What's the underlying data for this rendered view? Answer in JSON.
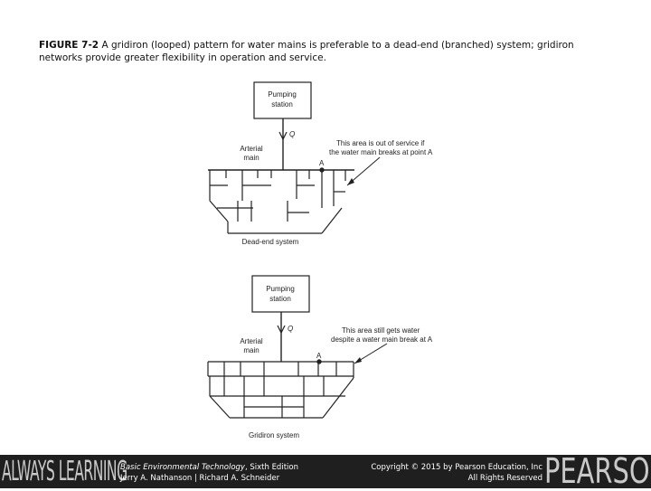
{
  "caption": {
    "label": "FIGURE 7-2",
    "text": "A gridiron (looped) pattern for water mains is preferable to a dead-end (branched) system; gridiron networks provide greater flexibility in operation and service."
  },
  "diagram_top": {
    "pump_line1": "Pumping",
    "pump_line2": "station",
    "flow_label": "Q",
    "main_line1": "Arterial",
    "main_line2": "main",
    "point_label": "A",
    "note_line1": "This area is out of service if",
    "note_line2": "the water main breaks at point A",
    "system_label": "Dead-end system"
  },
  "diagram_bottom": {
    "pump_line1": "Pumping",
    "pump_line2": "station",
    "flow_label": "Q",
    "main_line1": "Arterial",
    "main_line2": "main",
    "point_label": "A",
    "note_line1": "This area still gets water",
    "note_line2": "despite a water main break at A",
    "system_label": "Gridiron system"
  },
  "footer": {
    "brand_left": "ALWAYS LEARNING",
    "book_title": "Basic Environmental Technology",
    "book_edition": ", Sixth Edition",
    "authors": "Jerry A. Nathanson | Richard A. Schneider",
    "copyright": "Copyright © 2015 by Pearson Education, Inc",
    "rights": "All Rights Reserved",
    "brand_right": "PEARSON"
  }
}
